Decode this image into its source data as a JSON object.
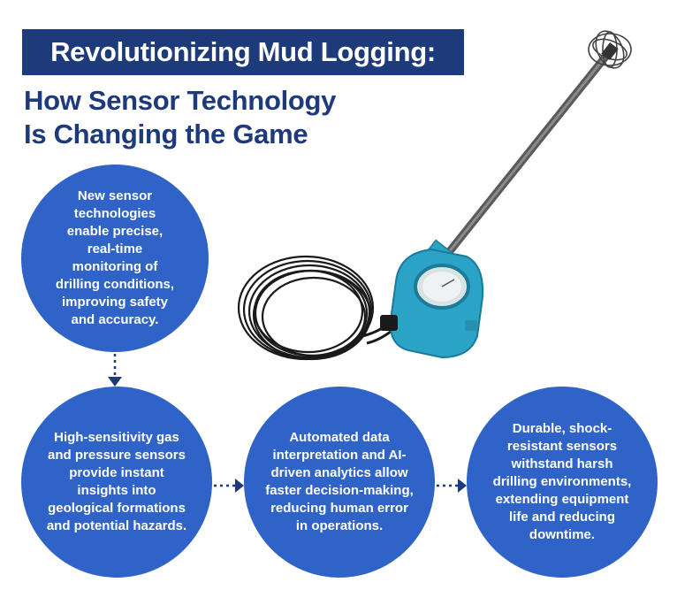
{
  "header": {
    "title": "Revolutionizing Mud Logging:",
    "subtitle_line1": "How Sensor Technology",
    "subtitle_line2": "Is Changing the Game"
  },
  "steps": [
    {
      "text": "New sensor technologies enable precise, real-time monitoring of drilling conditions, improving safety and accuracy."
    },
    {
      "text": "High-sensitivity gas and pressure sensors provide instant insights into geological formations and potential hazards."
    },
    {
      "text": "Automated data interpretation and AI-driven analytics allow faster decision-making, reducing human error in operations."
    },
    {
      "text": "Durable, shock-resistant sensors withstand harsh drilling environments, extending equipment life and reducing downtime."
    }
  ],
  "colors": {
    "title_bg": "#1d3a7a",
    "heading": "#1d3a7a",
    "circle": "#2f63c8",
    "connector": "#1d3a7a",
    "sensor_body": "#2aa3c6"
  },
  "icons": [
    "sensor-device-illustration",
    "arrow-down-icon",
    "arrow-right-icon"
  ]
}
